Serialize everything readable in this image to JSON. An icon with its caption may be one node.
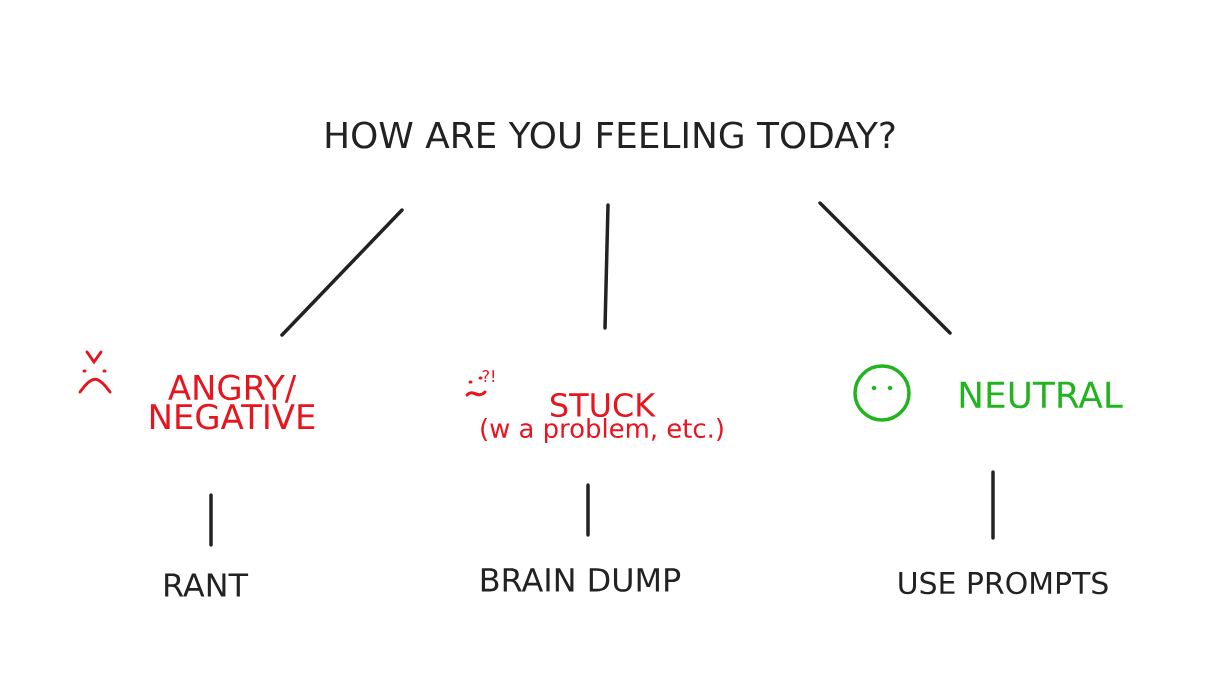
{
  "diagram": {
    "nodes": [
      {
        "text": [
          "HOW ARE YOU FEELING TODAY?"
        ]
      },
      {
        "text": [
          "ANGRY/ NEGATIVE"
        ]
      },
      {
        "text": [
          "STUCK",
          "(w a problem, etc.)"
        ],
        "beside": [
          "?!"
        ]
      },
      {
        "text": [
          "NEUTRAL"
        ]
      },
      {
        "text": [
          "RANT"
        ]
      },
      {
        "text": [
          "BRAIN DUMP"
        ]
      },
      {
        "text": [
          "USE PROMPTS"
        ]
      }
    ],
    "edges": [
      {
        "from": 0,
        "to": 1,
        "arrow": "none"
      },
      {
        "from": 0,
        "to": 2,
        "arrow": "none"
      },
      {
        "from": 0,
        "to": 3,
        "arrow": "none"
      },
      {
        "from": 1,
        "to": 4,
        "arrow": "none"
      },
      {
        "from": 2,
        "to": 5,
        "arrow": "none"
      },
      {
        "from": 3,
        "to": 6,
        "arrow": "none"
      }
    ]
  }
}
